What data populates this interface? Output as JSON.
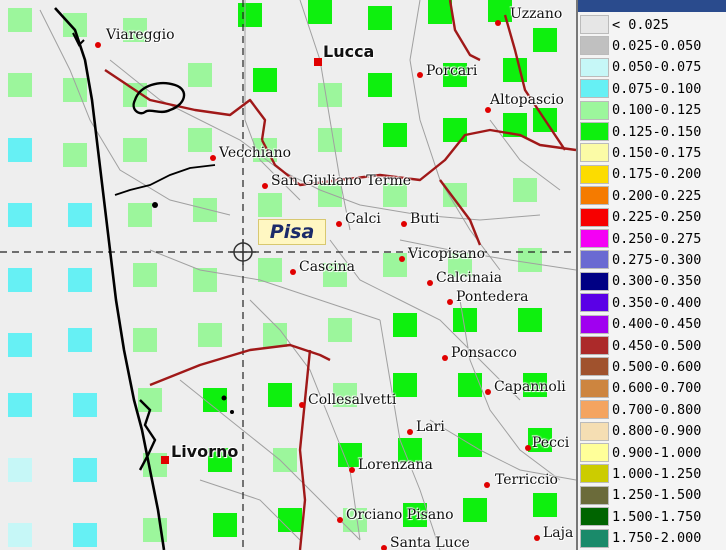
{
  "map": {
    "towns": [
      {
        "name": "Viareggio",
        "size": "small"
      },
      {
        "name": "Lucca",
        "size": "big"
      },
      {
        "name": "Porcari",
        "size": "small"
      },
      {
        "name": "Uzzano",
        "size": "small"
      },
      {
        "name": "Altopascio",
        "size": "small"
      },
      {
        "name": "Vecchiano",
        "size": "small"
      },
      {
        "name": "San Giuliano Terme",
        "size": "small"
      },
      {
        "name": "Calci",
        "size": "small"
      },
      {
        "name": "Buti",
        "size": "small"
      },
      {
        "name": "Vicopisano",
        "size": "small"
      },
      {
        "name": "Cascina",
        "size": "small"
      },
      {
        "name": "Calcinaia",
        "size": "small"
      },
      {
        "name": "Pontedera",
        "size": "small"
      },
      {
        "name": "Ponsacco",
        "size": "small"
      },
      {
        "name": "Capannoli",
        "size": "small"
      },
      {
        "name": "Collesalvetti",
        "size": "small"
      },
      {
        "name": "Lari",
        "size": "small"
      },
      {
        "name": "Pecci",
        "size": "small"
      },
      {
        "name": "Livorno",
        "size": "big"
      },
      {
        "name": "Lorenzana",
        "size": "small"
      },
      {
        "name": "Terriccio",
        "size": "small"
      },
      {
        "name": "Orciano Pisano",
        "size": "small"
      },
      {
        "name": "Laja",
        "size": "small"
      },
      {
        "name": "Santa Luce",
        "size": "small"
      }
    ],
    "selected_location": "Pisa",
    "colors": {
      "background": "#eeeeee",
      "boundary": "#a01818",
      "coastline": "#000000",
      "roads": "#a0a0a0",
      "town_marker": "#e00000"
    }
  },
  "legend": {
    "items": [
      {
        "label": "< 0.025",
        "color": "#e6e6e6"
      },
      {
        "label": "0.025-0.050",
        "color": "#c0c0c0"
      },
      {
        "label": "0.050-0.075",
        "color": "#c6f7f7"
      },
      {
        "label": "0.075-0.100",
        "color": "#66f0f4"
      },
      {
        "label": "0.100-0.125",
        "color": "#9cf69c"
      },
      {
        "label": "0.125-0.150",
        "color": "#0ef00e"
      },
      {
        "label": "0.150-0.175",
        "color": "#fbfba6"
      },
      {
        "label": "0.175-0.200",
        "color": "#fcdc00"
      },
      {
        "label": "0.200-0.225",
        "color": "#f57b00"
      },
      {
        "label": "0.225-0.250",
        "color": "#f70000"
      },
      {
        "label": "0.250-0.275",
        "color": "#f400f4"
      },
      {
        "label": "0.275-0.300",
        "color": "#6a6ad2"
      },
      {
        "label": "0.300-0.350",
        "color": "#000084"
      },
      {
        "label": "0.350-0.400",
        "color": "#5a00e6"
      },
      {
        "label": "0.400-0.450",
        "color": "#a000f0"
      },
      {
        "label": "0.450-0.500",
        "color": "#ac2a2a"
      },
      {
        "label": "0.500-0.600",
        "color": "#a0522d"
      },
      {
        "label": "0.600-0.700",
        "color": "#cd853f"
      },
      {
        "label": "0.700-0.800",
        "color": "#f4a460"
      },
      {
        "label": "0.800-0.900",
        "color": "#f5deb3"
      },
      {
        "label": "0.900-1.000",
        "color": "#ffff99"
      },
      {
        "label": "1.000-1.250",
        "color": "#cccc00"
      },
      {
        "label": "1.250-1.500",
        "color": "#6b6b3a"
      },
      {
        "label": "1.500-1.750",
        "color": "#006400"
      },
      {
        "label": "1.750-2.000",
        "color": "#1a8a6a"
      }
    ]
  }
}
